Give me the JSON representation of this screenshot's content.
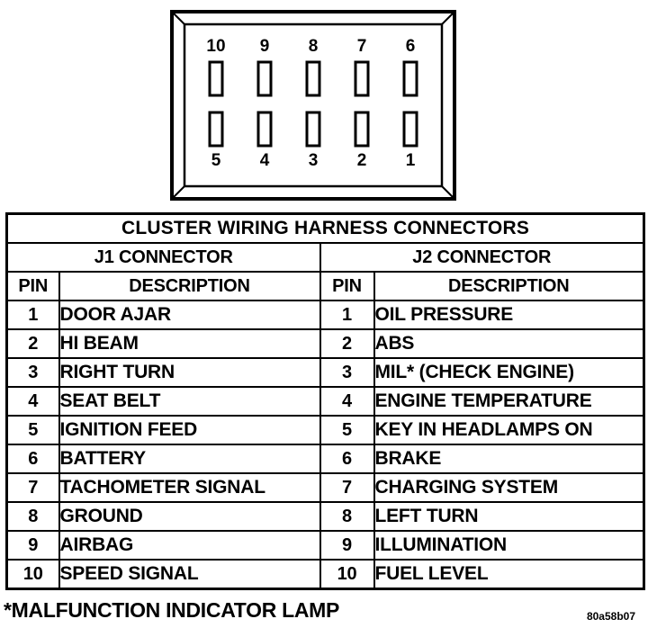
{
  "figure": {
    "top_pin_numbers": [
      "10",
      "9",
      "8",
      "7",
      "6"
    ],
    "bottom_pin_numbers": [
      "5",
      "4",
      "3",
      "2",
      "1"
    ]
  },
  "table": {
    "title": "CLUSTER WIRING HARNESS CONNECTORS",
    "sections": [
      {
        "name": "J1 CONNECTOR"
      },
      {
        "name": "J2 CONNECTOR"
      }
    ],
    "columns": {
      "pin": "PIN",
      "description": "DESCRIPTION"
    },
    "j1_rows": [
      {
        "pin": "1",
        "description": "DOOR AJAR"
      },
      {
        "pin": "2",
        "description": "HI BEAM"
      },
      {
        "pin": "3",
        "description": "RIGHT TURN"
      },
      {
        "pin": "4",
        "description": "SEAT BELT"
      },
      {
        "pin": "5",
        "description": "IGNITION FEED"
      },
      {
        "pin": "6",
        "description": "BATTERY"
      },
      {
        "pin": "7",
        "description": "TACHOMETER SIGNAL"
      },
      {
        "pin": "8",
        "description": "GROUND"
      },
      {
        "pin": "9",
        "description": "AIRBAG"
      },
      {
        "pin": "10",
        "description": "SPEED SIGNAL"
      }
    ],
    "j2_rows": [
      {
        "pin": "1",
        "description": "OIL PRESSURE"
      },
      {
        "pin": "2",
        "description": "ABS"
      },
      {
        "pin": "3",
        "description": "MIL* (CHECK ENGINE)"
      },
      {
        "pin": "4",
        "description": "ENGINE TEMPERATURE"
      },
      {
        "pin": "5",
        "description": "KEY IN HEADLAMPS ON"
      },
      {
        "pin": "6",
        "description": "BRAKE"
      },
      {
        "pin": "7",
        "description": "CHARGING SYSTEM"
      },
      {
        "pin": "8",
        "description": "LEFT TURN"
      },
      {
        "pin": "9",
        "description": "ILLUMINATION"
      },
      {
        "pin": "10",
        "description": "FUEL LEVEL"
      }
    ]
  },
  "footnote": "*MALFUNCTION INDICATOR LAMP",
  "figure_code": "80a58b07",
  "colors": {
    "ink": "#000000",
    "background": "#ffffff"
  }
}
